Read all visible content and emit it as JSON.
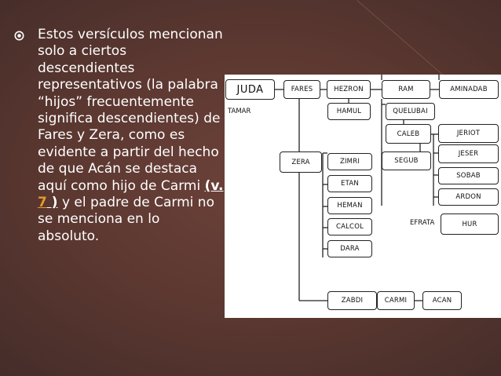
{
  "slide": {
    "bullet_icon": "circle-target-bullet",
    "accent_color": "#e39a2b",
    "text_before_ref": "Estos versículos mencionan solo a ciertos descendientes representativos (la palabra “hijos” frecuentemente significa descendientes) de Fares y Zera, como es evidente a partir del hecho de que Acán se destaca aquí como hijo de Carmi ",
    "ref_open": "(v. ",
    "ref_number": "7",
    "ref_close": " )",
    "text_after_ref": " y el padre de Carmi no se menciona en lo absoluto."
  },
  "genealogy": {
    "judah": "JUDA",
    "tamar": "TAMAR",
    "perez": "FARES",
    "hezron": "HEZRON",
    "ram": "RAM",
    "amminadab": "AMINADAB",
    "hamul": "HAMUL",
    "chelubai": "QUELUBAI",
    "caleb": "CALEB",
    "jerioth": "JERIOT",
    "zerah": "ZERA",
    "zimri": "ZIMRI",
    "segub": "SEGUB",
    "jesher": "JESER",
    "ethan": "ETAN",
    "shobab": "SOBAB",
    "heman": "HEMAN",
    "ardon": "ARDON",
    "calcol": "CALCOL",
    "ephrathah": "EFRATA",
    "hur": "HUR",
    "dara": "DARA",
    "zabdi": "ZABDI",
    "carmi": "CARMI",
    "achan": "ACAN"
  }
}
